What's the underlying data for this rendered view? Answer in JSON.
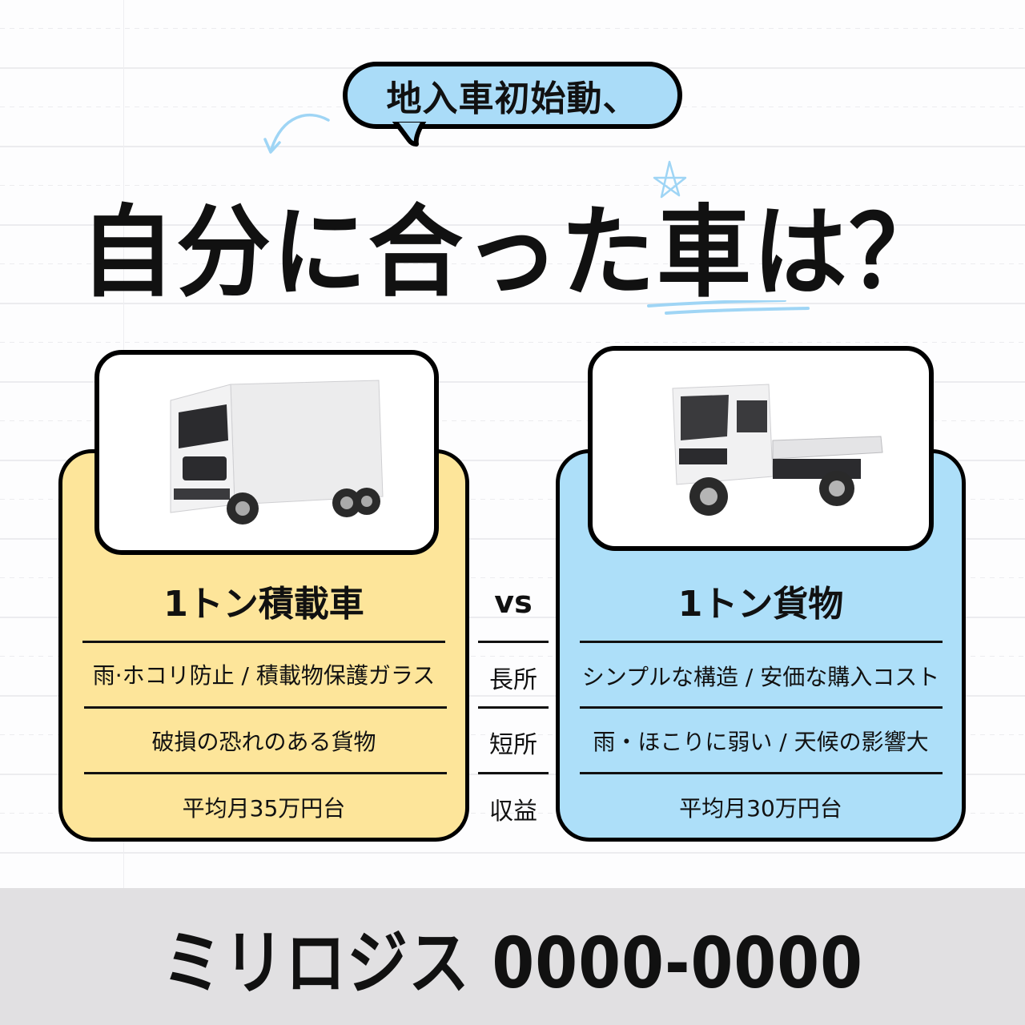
{
  "bubble": {
    "text": "地入車初始動、"
  },
  "headline": {
    "text": "自分に合った車は？"
  },
  "colors": {
    "left_card": "#fde59a",
    "right_card": "#addff9",
    "bubble": "#aadcf8",
    "accent_line": "#9fd5f5",
    "footer_bg": "#e1e0e2"
  },
  "comparison": {
    "vs_label": "vs",
    "row_labels": [
      "長所",
      "短所",
      "収益"
    ],
    "left": {
      "image": "box-truck-photo",
      "title": "1トン積載車",
      "rows": [
        "雨·ホコリ防止 / 積載物保護ガラス",
        "破損の恐れのある貨物",
        "平均月35万円台"
      ]
    },
    "right": {
      "image": "flatbed-truck-photo",
      "title": "1トン貨物",
      "rows": [
        "シンプルな構造 / 安価な購入コスト",
        "雨・ほこりに弱い / 天候の影響大",
        "平均月30万円台"
      ]
    }
  },
  "footer": {
    "text": "ミリロジス 0000-0000"
  },
  "decorations": [
    "curved-arrow-icon",
    "star-icon",
    "underline-strokes"
  ]
}
